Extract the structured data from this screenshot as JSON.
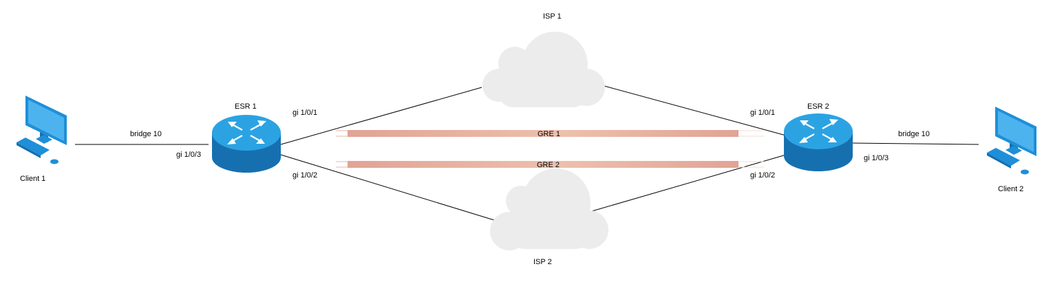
{
  "colors": {
    "link": "#000000",
    "cloud": "#ececec",
    "router_top": "#2ba3e3",
    "router_side": "#1670b0",
    "monitor": "#1e8fd8",
    "monitor_dark": "#1670b0",
    "gre_left": "#e1a394",
    "gre_right": "#efcdb9"
  },
  "nodes": {
    "client1": {
      "label": "Client 1",
      "icon": "computer-icon"
    },
    "client2": {
      "label": "Client 2",
      "icon": "computer-icon"
    },
    "esr1": {
      "label": "ESR 1",
      "icon": "router-icon"
    },
    "esr2": {
      "label": "ESR 2",
      "icon": "router-icon"
    },
    "isp1": {
      "label": "ISP 1",
      "icon": "cloud-icon"
    },
    "isp2": {
      "label": "ISP 2",
      "icon": "cloud-icon"
    }
  },
  "links": {
    "client1_bridge": "bridge 10",
    "client2_bridge": "bridge 10",
    "esr1_gi103": "gi 1/0/3",
    "esr1_gi101": "gi 1/0/1",
    "esr1_gi102": "gi 1/0/2",
    "esr2_gi101": "gi 1/0/1",
    "esr2_gi102": "gi 1/0/2",
    "esr2_gi103": "gi 1/0/3"
  },
  "tunnels": {
    "gre1": "GRE 1",
    "gre2": "GRE 2"
  }
}
